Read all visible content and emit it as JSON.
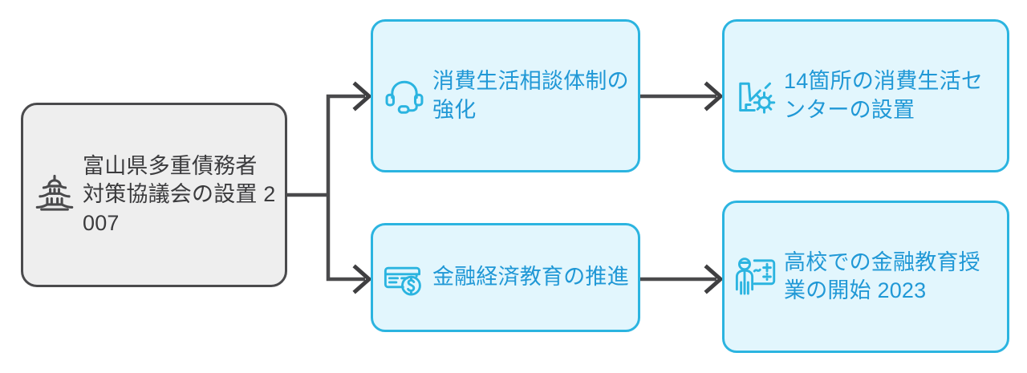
{
  "diagram": {
    "type": "flowchart",
    "direction": "left-to-right",
    "colors": {
      "root_fill": "#eeeeee",
      "root_border": "#4a4a4c",
      "root_text": "#3b3b3d",
      "node_fill": "#e2f6fd",
      "node_border": "#2bb4e0",
      "node_text": "#2098d6",
      "connector": "#4a4a4c",
      "background": "#ffffff"
    },
    "nodes": {
      "root": {
        "label": "富山県多重債務者対策協議会の設置 2007",
        "icon": "pagoda-icon",
        "year": "2007"
      },
      "consult": {
        "label": "消費生活相談体制の強化",
        "icon": "headset-icon"
      },
      "center": {
        "label": "14箇所の消費生活センターの設置",
        "icon": "factory-gear-icon",
        "count": "14"
      },
      "education": {
        "label": "金融経済教育の推進",
        "icon": "credit-card-dollar-icon"
      },
      "highschool": {
        "label": "高校での金融教育授業の開始 2023",
        "icon": "teacher-whiteboard-icon",
        "year": "2023"
      }
    },
    "edges": [
      {
        "from": "root",
        "to": "consult",
        "style": "elbow-arrow"
      },
      {
        "from": "root",
        "to": "education",
        "style": "elbow-arrow"
      },
      {
        "from": "consult",
        "to": "center",
        "style": "straight-arrow"
      },
      {
        "from": "education",
        "to": "highschool",
        "style": "straight-arrow"
      }
    ]
  }
}
